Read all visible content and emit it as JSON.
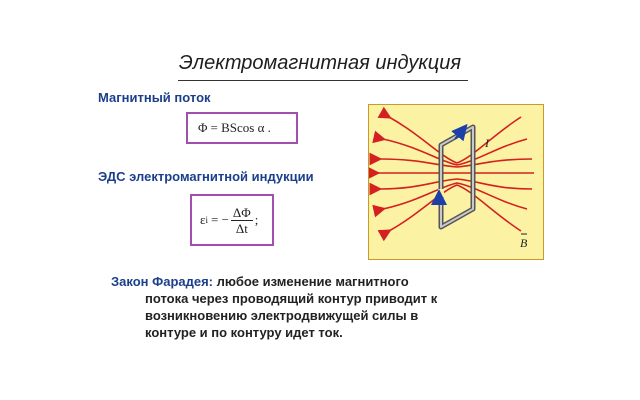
{
  "slide": {
    "title": "Электромагнитная индукция",
    "sections": {
      "flux": {
        "label": "Магнитный поток",
        "formula": {
          "lhs": "Φ",
          "rhs": "= BScos α ."
        }
      },
      "emf": {
        "label": "ЭДС электромагнитной индукции",
        "formula": {
          "symbol": "ε",
          "subscript": "i",
          "equals": "= −",
          "numerator": "ΔΦ",
          "denominator": "Δt",
          "tail": ";"
        }
      }
    },
    "diagram": {
      "labels": {
        "current": "I",
        "field": "B"
      },
      "colors": {
        "background": "#fbf2a4",
        "field_lines": "#d42020",
        "frame": "#555555",
        "current_arrow": "#1c3fa8"
      }
    },
    "law": {
      "lead": "Закон Фарадея:",
      "lines": [
        " любое изменение магнитного",
        "потока через проводящий контур приводит к",
        "возникновению электродвижущей силы в",
        "контуре и по контуру идет ток."
      ]
    }
  }
}
